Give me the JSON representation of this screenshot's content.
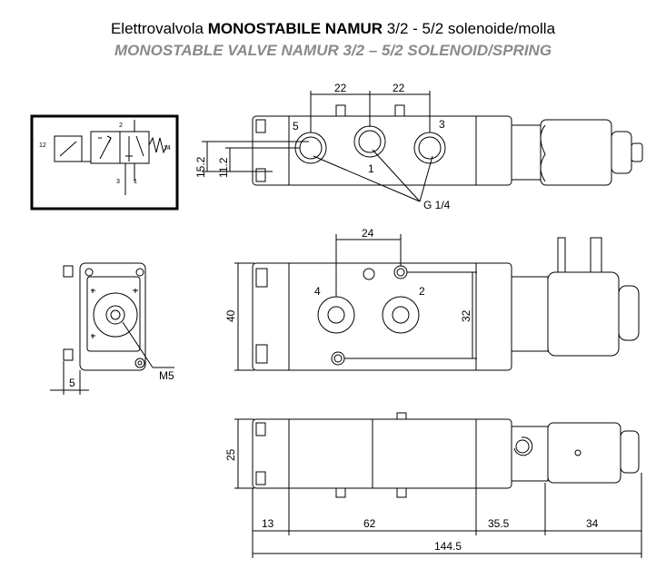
{
  "title": {
    "prefix": "Elettrovalvola ",
    "bold": "MONOSTABILE NAMUR",
    "suffix": " 3/2 - 5/2 solenoide/molla"
  },
  "subtitle": "MONOSTABLE VALVE NAMUR 3/2 – 5/2 SOLENOID/SPRING",
  "symbol": {
    "port_12": "12",
    "port_14": "14",
    "port_2": "2",
    "port_3": "3",
    "port_1": "1"
  },
  "top_view": {
    "dim_left": "22",
    "dim_right": "22",
    "port_5": "5",
    "port_3": "3",
    "port_1": "1",
    "dim_15_2": "15.2",
    "dim_11_2": "11.2",
    "thread": "G 1/4"
  },
  "end_view": {
    "dim_5": "5",
    "screw": "M5"
  },
  "front_view": {
    "dim_24": "24",
    "port_4": "4",
    "port_2": "2",
    "dim_40": "40",
    "dim_32": "32"
  },
  "bottom_view": {
    "dim_25": "25",
    "dim_13": "13",
    "dim_62": "62",
    "dim_35_5": "35.5",
    "dim_34": "34",
    "dim_total": "144.5"
  }
}
